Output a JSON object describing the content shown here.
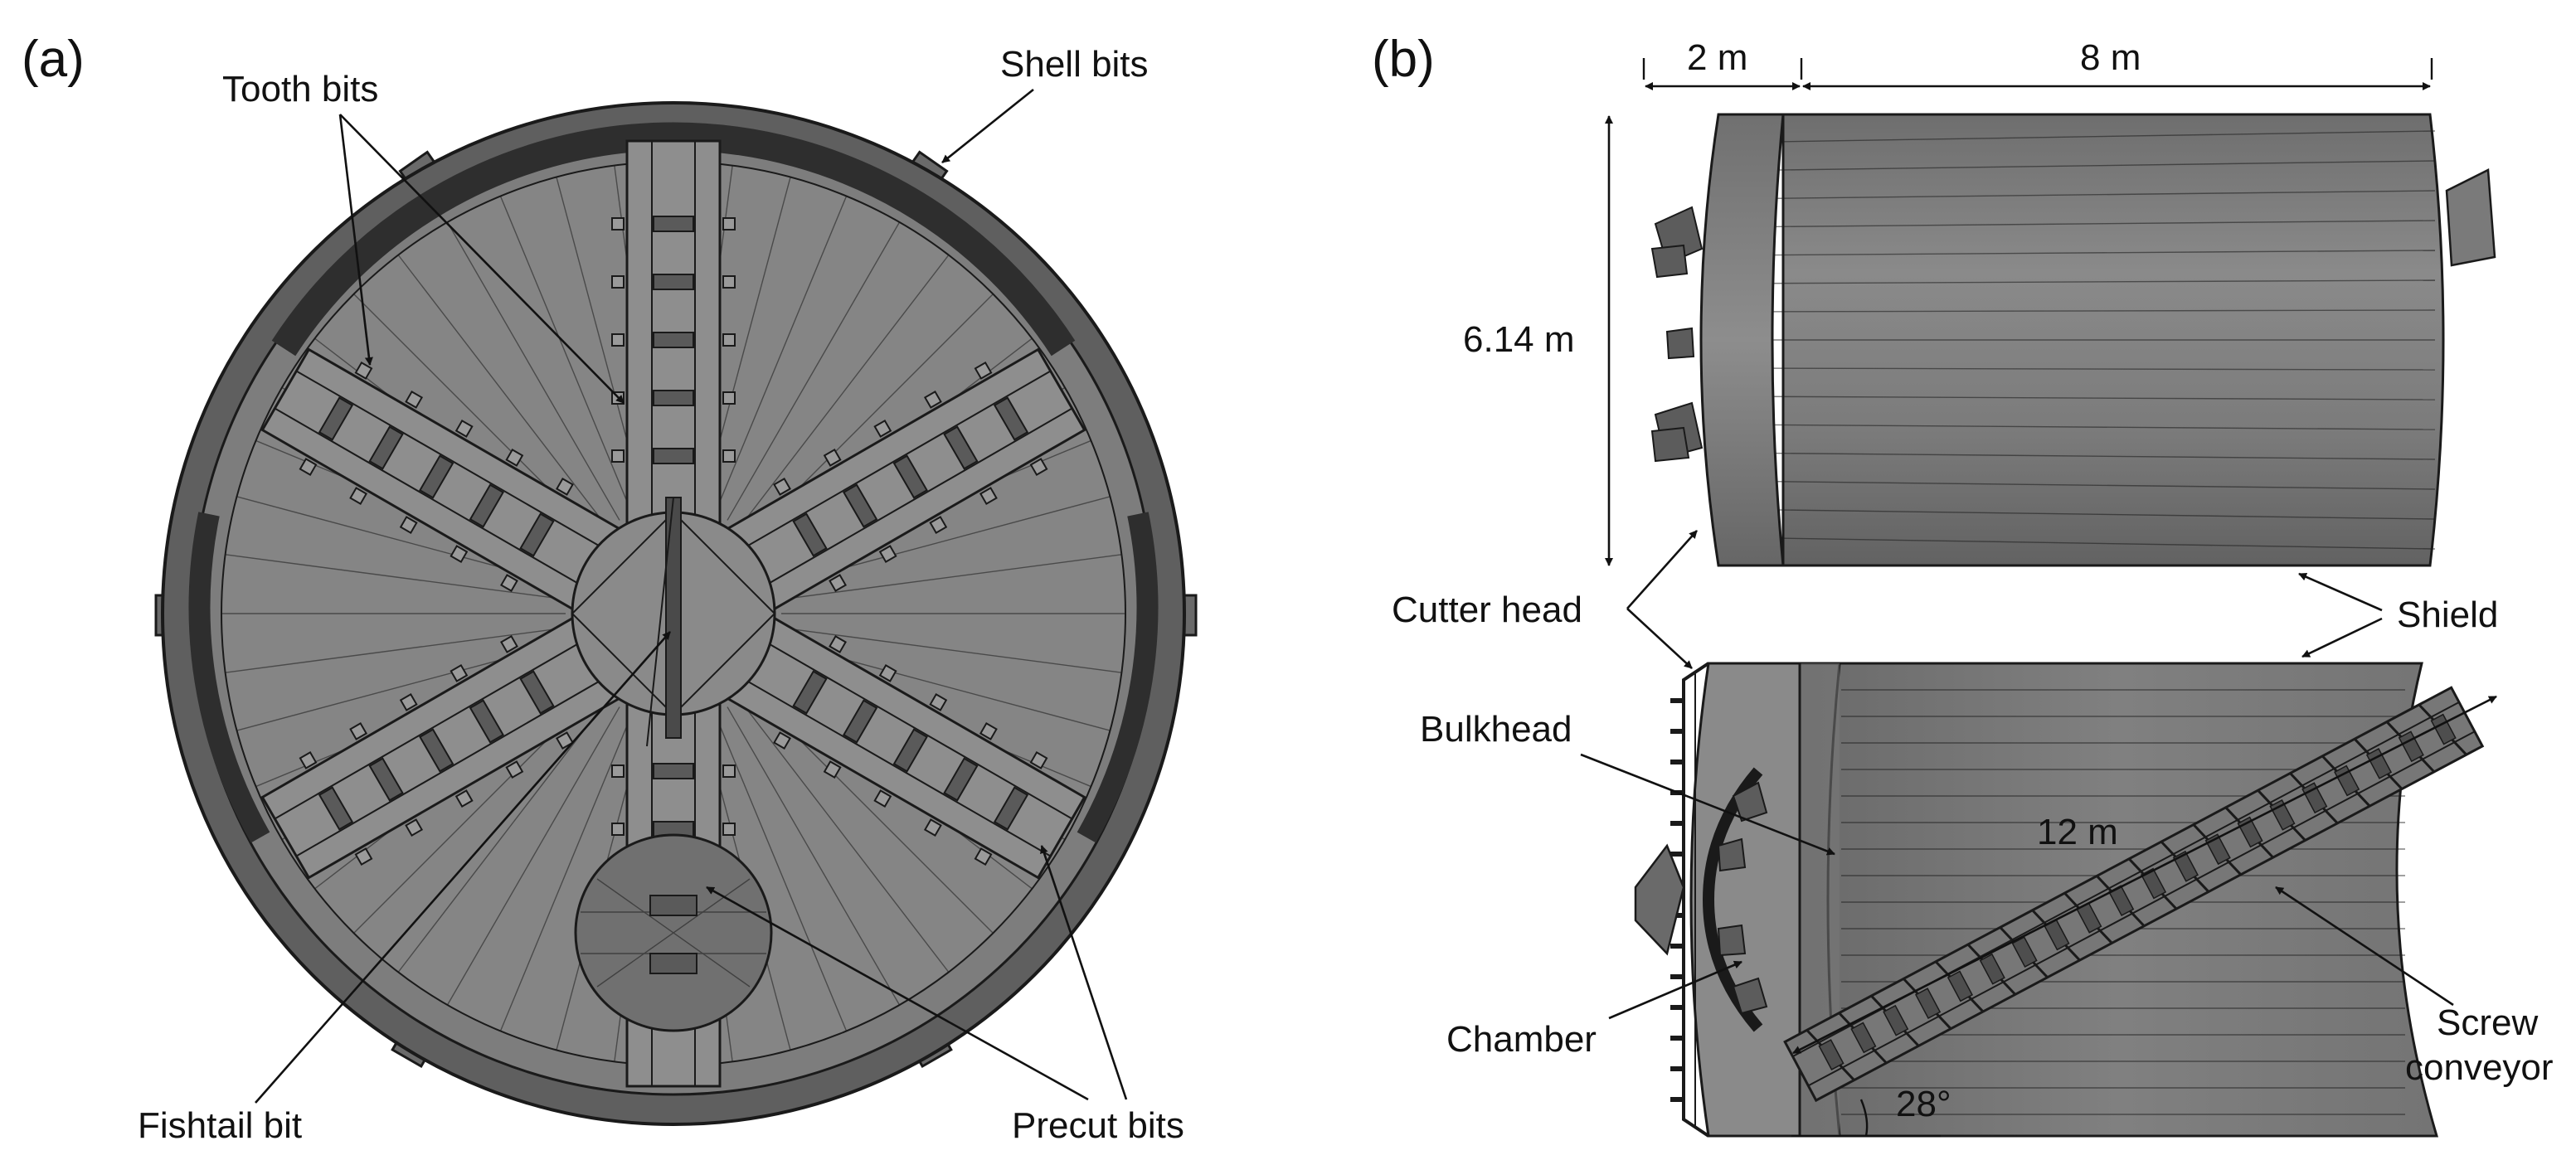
{
  "panels": {
    "a": {
      "panel_label": "(a)",
      "labels": {
        "tooth_bits": "Tooth bits",
        "shell_bits": "Shell bits",
        "fishtail_bit": "Fishtail bit",
        "precut_bits": "Precut bits"
      }
    },
    "b": {
      "panel_label": "(b)",
      "dimensions": {
        "cutter_head_length": "2 m",
        "shield_length": "8 m",
        "diameter": "6.14 m",
        "conveyor_length": "12 m",
        "conveyor_angle": "28°"
      },
      "labels": {
        "cutter_head": "Cutter head",
        "shield": "Shield",
        "bulkhead": "Bulkhead",
        "chamber": "Chamber",
        "screw": "Screw",
        "conveyor": "conveyor"
      }
    }
  },
  "colors": {
    "body_gray": "#7a7a7a",
    "dark_gray": "#3a3a3a",
    "light_gray": "#9a9a9a",
    "line": "#1a1a1a"
  }
}
